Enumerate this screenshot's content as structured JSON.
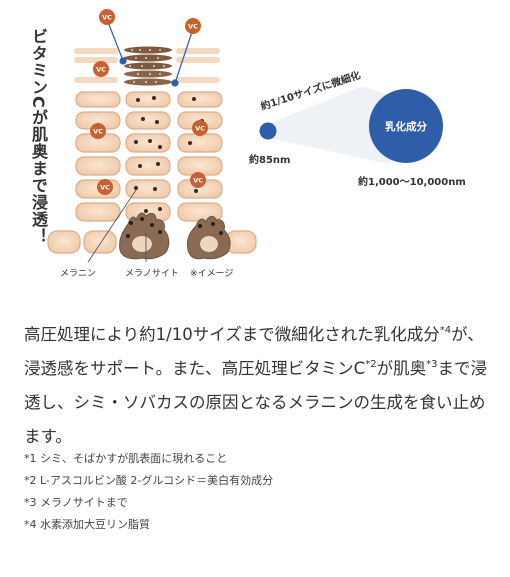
{
  "illustration": {
    "vertical_heading": "ビタミンCが肌奥まで浸透！",
    "vc_badge": "VC",
    "labels": {
      "melanin": "メラニン",
      "melanocyte": "メラノサイト",
      "image_note": "※イメージ"
    },
    "size_compare": {
      "annotation": "約1/10サイズに微細化",
      "small_label": "約85nm",
      "large_label": "約1,000〜10,000nm",
      "large_circle_text": "乳化成分"
    },
    "colors": {
      "vc_badge": "#c8602f",
      "cell_fill": "#f1d4b8",
      "cell_border": "#d9a985",
      "circle": "#2f5ea8",
      "melanocyte": "#8a6a52"
    }
  },
  "paragraph": {
    "p1": "高圧処理により約1/10サイズまで微細化された乳化成分",
    "sup1": "*4",
    "p2": "が、浸透感をサポート。また、高圧処理ビタミンC",
    "sup2": "*2",
    "p3": "が肌奥",
    "sup3": "*3",
    "p4": "まで浸透し、シミ・ソバカスの原因となるメラニンの生成を食い止めます。"
  },
  "notes": [
    "*1 シミ、そばかすが肌表面に現れること",
    "*2 L-アスコルビン酸 2-グルコシド＝美白有効成分",
    "*3 メラノサイトまで",
    "*4 水素添加大豆リン脂質"
  ]
}
